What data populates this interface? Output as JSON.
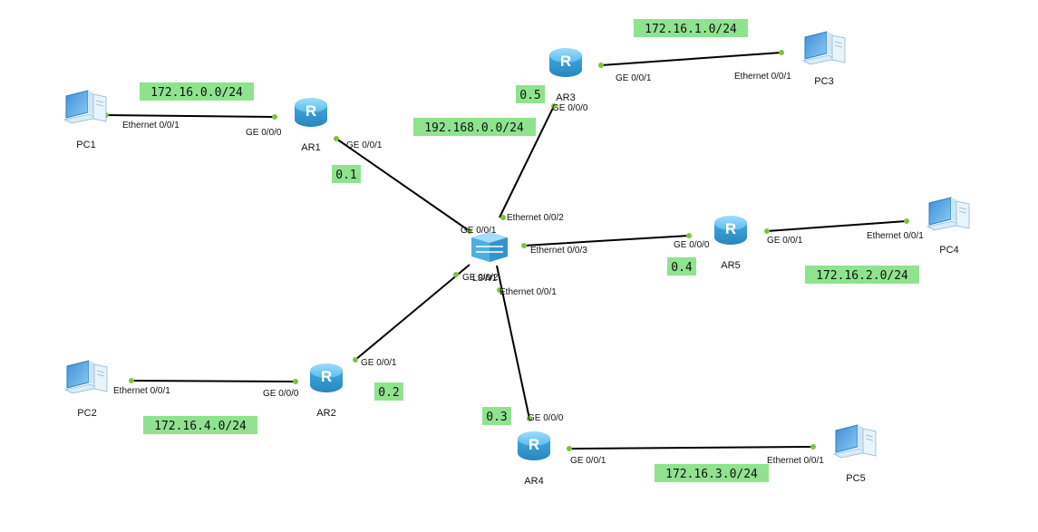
{
  "devices": {
    "pc1": "PC1",
    "pc2": "PC2",
    "pc3": "PC3",
    "pc4": "PC4",
    "pc5": "PC5",
    "ar1": "AR1",
    "ar2": "AR2",
    "ar3": "AR3",
    "ar4": "AR4",
    "ar5": "AR5",
    "lsw": "LSW1"
  },
  "ports": {
    "pc1_eth": "Ethernet 0/0/1",
    "ar1_ge0": "GE 0/0/0",
    "ar1_ge1": "GE 0/0/1",
    "ar3_ge0": "GE 0/0/0",
    "ar3_ge1": "GE 0/0/1",
    "pc3_eth": "Ethernet 0/0/1",
    "lsw_ge1": "GE 0/0/1",
    "lsw_e2": "Ethernet 0/0/2",
    "lsw_e3": "Ethernet 0/0/3",
    "lsw_ge2": "GE 0/0/2",
    "lsw_e1": "Ethernet 0/0/1",
    "ar5_ge0": "GE 0/0/0",
    "ar5_ge1": "GE 0/0/1",
    "pc4_eth": "Ethernet 0/0/1",
    "ar2_ge1": "GE 0/0/1",
    "ar2_ge0": "GE 0/0/0",
    "pc2_eth": "Ethernet 0/0/1",
    "ar4_ge0": "GE 0/0/0",
    "ar4_ge1": "GE 0/0/1",
    "pc5_eth": "Ethernet 0/0/1"
  },
  "notes": {
    "net_pc1": "172.16.0.0/24",
    "net_pc3": "172.16.1.0/24",
    "net_pc4": "172.16.2.0/24",
    "net_pc2": "172.16.4.0/24",
    "net_pc5": "172.16.3.0/24",
    "net_core": "192.168.0.0/24",
    "ar1_ip": "0.1",
    "ar2_ip": "0.2",
    "ar3_ip": "0.5",
    "ar4_ip": "0.3",
    "ar5_ip": "0.4"
  },
  "colors": {
    "note_bg": "#8fe38f",
    "link": "#000000",
    "port_dot": "#7dc43a",
    "router_body": "#4fb3e8",
    "switch_body": "#6fc3ee"
  }
}
